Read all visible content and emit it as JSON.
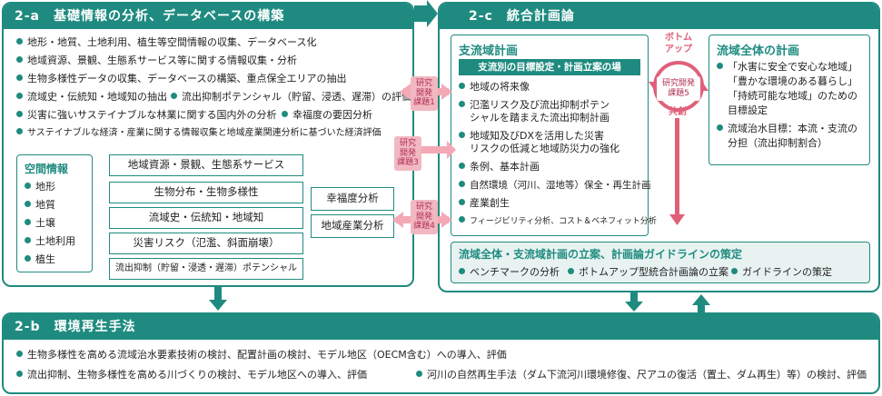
{
  "panel_2a": {
    "title": "2-a　基礎情報の分析、データベースの構築",
    "bullets": [
      "地形・地質、土地利用、植生等空間情報の収集、データベース化",
      "地域資源、景観、生態系サービス等に関する情報収集・分析",
      "生物多様性データの収集、データベースの構築、重点保全エリアの抽出",
      "流域史・伝統知・地域知の抽出",
      "流出抑制ポテンシャル（貯留、浸透、遅滞）の評価",
      "災害に強いサステイナブルな林業に関する国内外の分析",
      "幸福度の要因分析",
      "サステイナブルな経済・産業に関する情報収集と地域産業関連分析に基づいた経済評価"
    ],
    "spatial": {
      "title": "空間情報",
      "items": [
        "地形",
        "地質",
        "土壌",
        "土地利用",
        "植生"
      ]
    },
    "center_boxes": [
      "地域資源・景観、生態系サービス",
      "生物分布・生物多様性",
      "流域史・伝統知・地域知",
      "災害リスク（氾濫、斜面崩壊）",
      "流出抑制（貯留・浸透・遅滞）ポテンシャル"
    ],
    "right_boxes": [
      "幸福度分析",
      "地域産業分析"
    ]
  },
  "tags": {
    "t1": [
      "研究",
      "開発",
      "課題1"
    ],
    "t3": [
      "研究",
      "開発",
      "課題3"
    ],
    "t4": [
      "研究",
      "開発",
      "課題4"
    ],
    "t5": [
      "研究開発",
      "課題5"
    ]
  },
  "panel_2c": {
    "title": "2-c　統合計画論",
    "sub_plan": {
      "title": "支流域計画",
      "banner": "支流別の目標設定・計画立案の場",
      "items": [
        "地域の将来像",
        "氾濫リスク及び流出抑制ポテン",
        "シャルを踏まえた流出抑制計画",
        "地域知及びDXを活用した災害",
        "リスクの低減と地域防災力の強化",
        "条例、基本計画",
        "自然環境（河川、湿地等）保全・再生計画",
        "産業創生",
        "フィージビリティ分析、コスト＆ベネフィット分析"
      ]
    },
    "cycle": {
      "top": "ボトム",
      "top2": "アップ",
      "bottom": "共創"
    },
    "whole_plan": {
      "title": "流域全体の計画",
      "items": [
        "「水害に安全で安心な地域」",
        "「豊かな環境のある暮らし」",
        "「持続可能な地域」のための",
        "目標設定",
        "流域治水目標：本流・支流の",
        "分担（流出抑制割合）"
      ]
    },
    "guideline": {
      "title": "流域全体・支流域計画の立案、計画論ガイドラインの策定",
      "items": [
        "ベンチマークの分析",
        "ボトムアップ型統合計画論の立案",
        "ガイドラインの策定"
      ]
    }
  },
  "panel_2b": {
    "title": "2-b　環境再生手法",
    "line1": "生物多様性を高める流域治水要素技術の検討、配置計画の検討、モデル地区（OECM含む）への導入、評価",
    "line2a": "流出抑制、生物多様性を高める川づくりの検討、モデル地区への導入、評価",
    "line2b": "河川の自然再生手法（ダム下流河川環境修復、尺アユの復活（置土、ダム再生）等）の検討、評価"
  },
  "colors": {
    "teal": "#1f8b80",
    "pink": "#e0607a",
    "tag_bg": "#f2b8c2"
  }
}
